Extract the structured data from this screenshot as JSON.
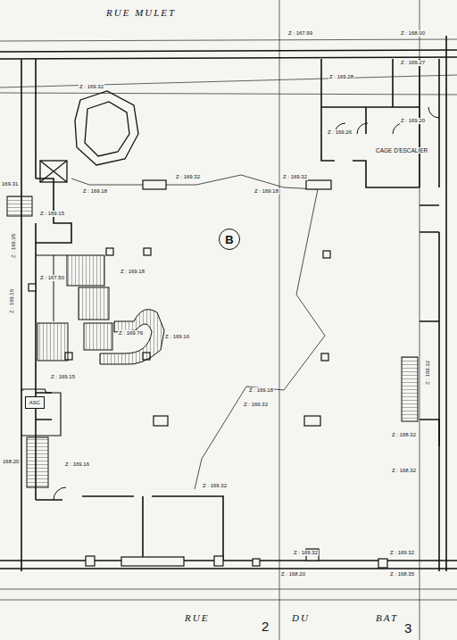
{
  "diagram": {
    "nodes": [
      {
        "text": [
          "B"
        ]
      },
      {
        "text": [
          "ASC"
        ]
      }
    ],
    "labels": [
      "RUE MULET",
      "Z : 167.99",
      "Z : 168.00",
      "Z : 169.32",
      "Z : 169.28",
      "Z : 169.27",
      "Z : 169.26",
      "Z : 169.20",
      "CAGE D'ESCALIER",
      "Z : 169.32",
      "Z : 169.32",
      "Z : 169.18",
      "Z : 169.18",
      "169.31",
      "Z : 169.15",
      "Z : 169.35",
      "Z : 169.16",
      "Z : 167.50",
      "Z : 169.18",
      "Z : 169.76",
      "Z : 169.16",
      "Z : 169.15",
      "Z : 169.18",
      "Z : 169.32",
      "Z : 168.32",
      "Z : 169.16",
      "168.20",
      "Z : 169.32",
      "Z : 168.32",
      "Z : 169.32",
      "Z : 169.32",
      "Z : 168.20",
      "Z : 168.35",
      "Z : 169.32",
      "RUE",
      "2",
      "DU",
      "BAT",
      "3"
    ]
  }
}
